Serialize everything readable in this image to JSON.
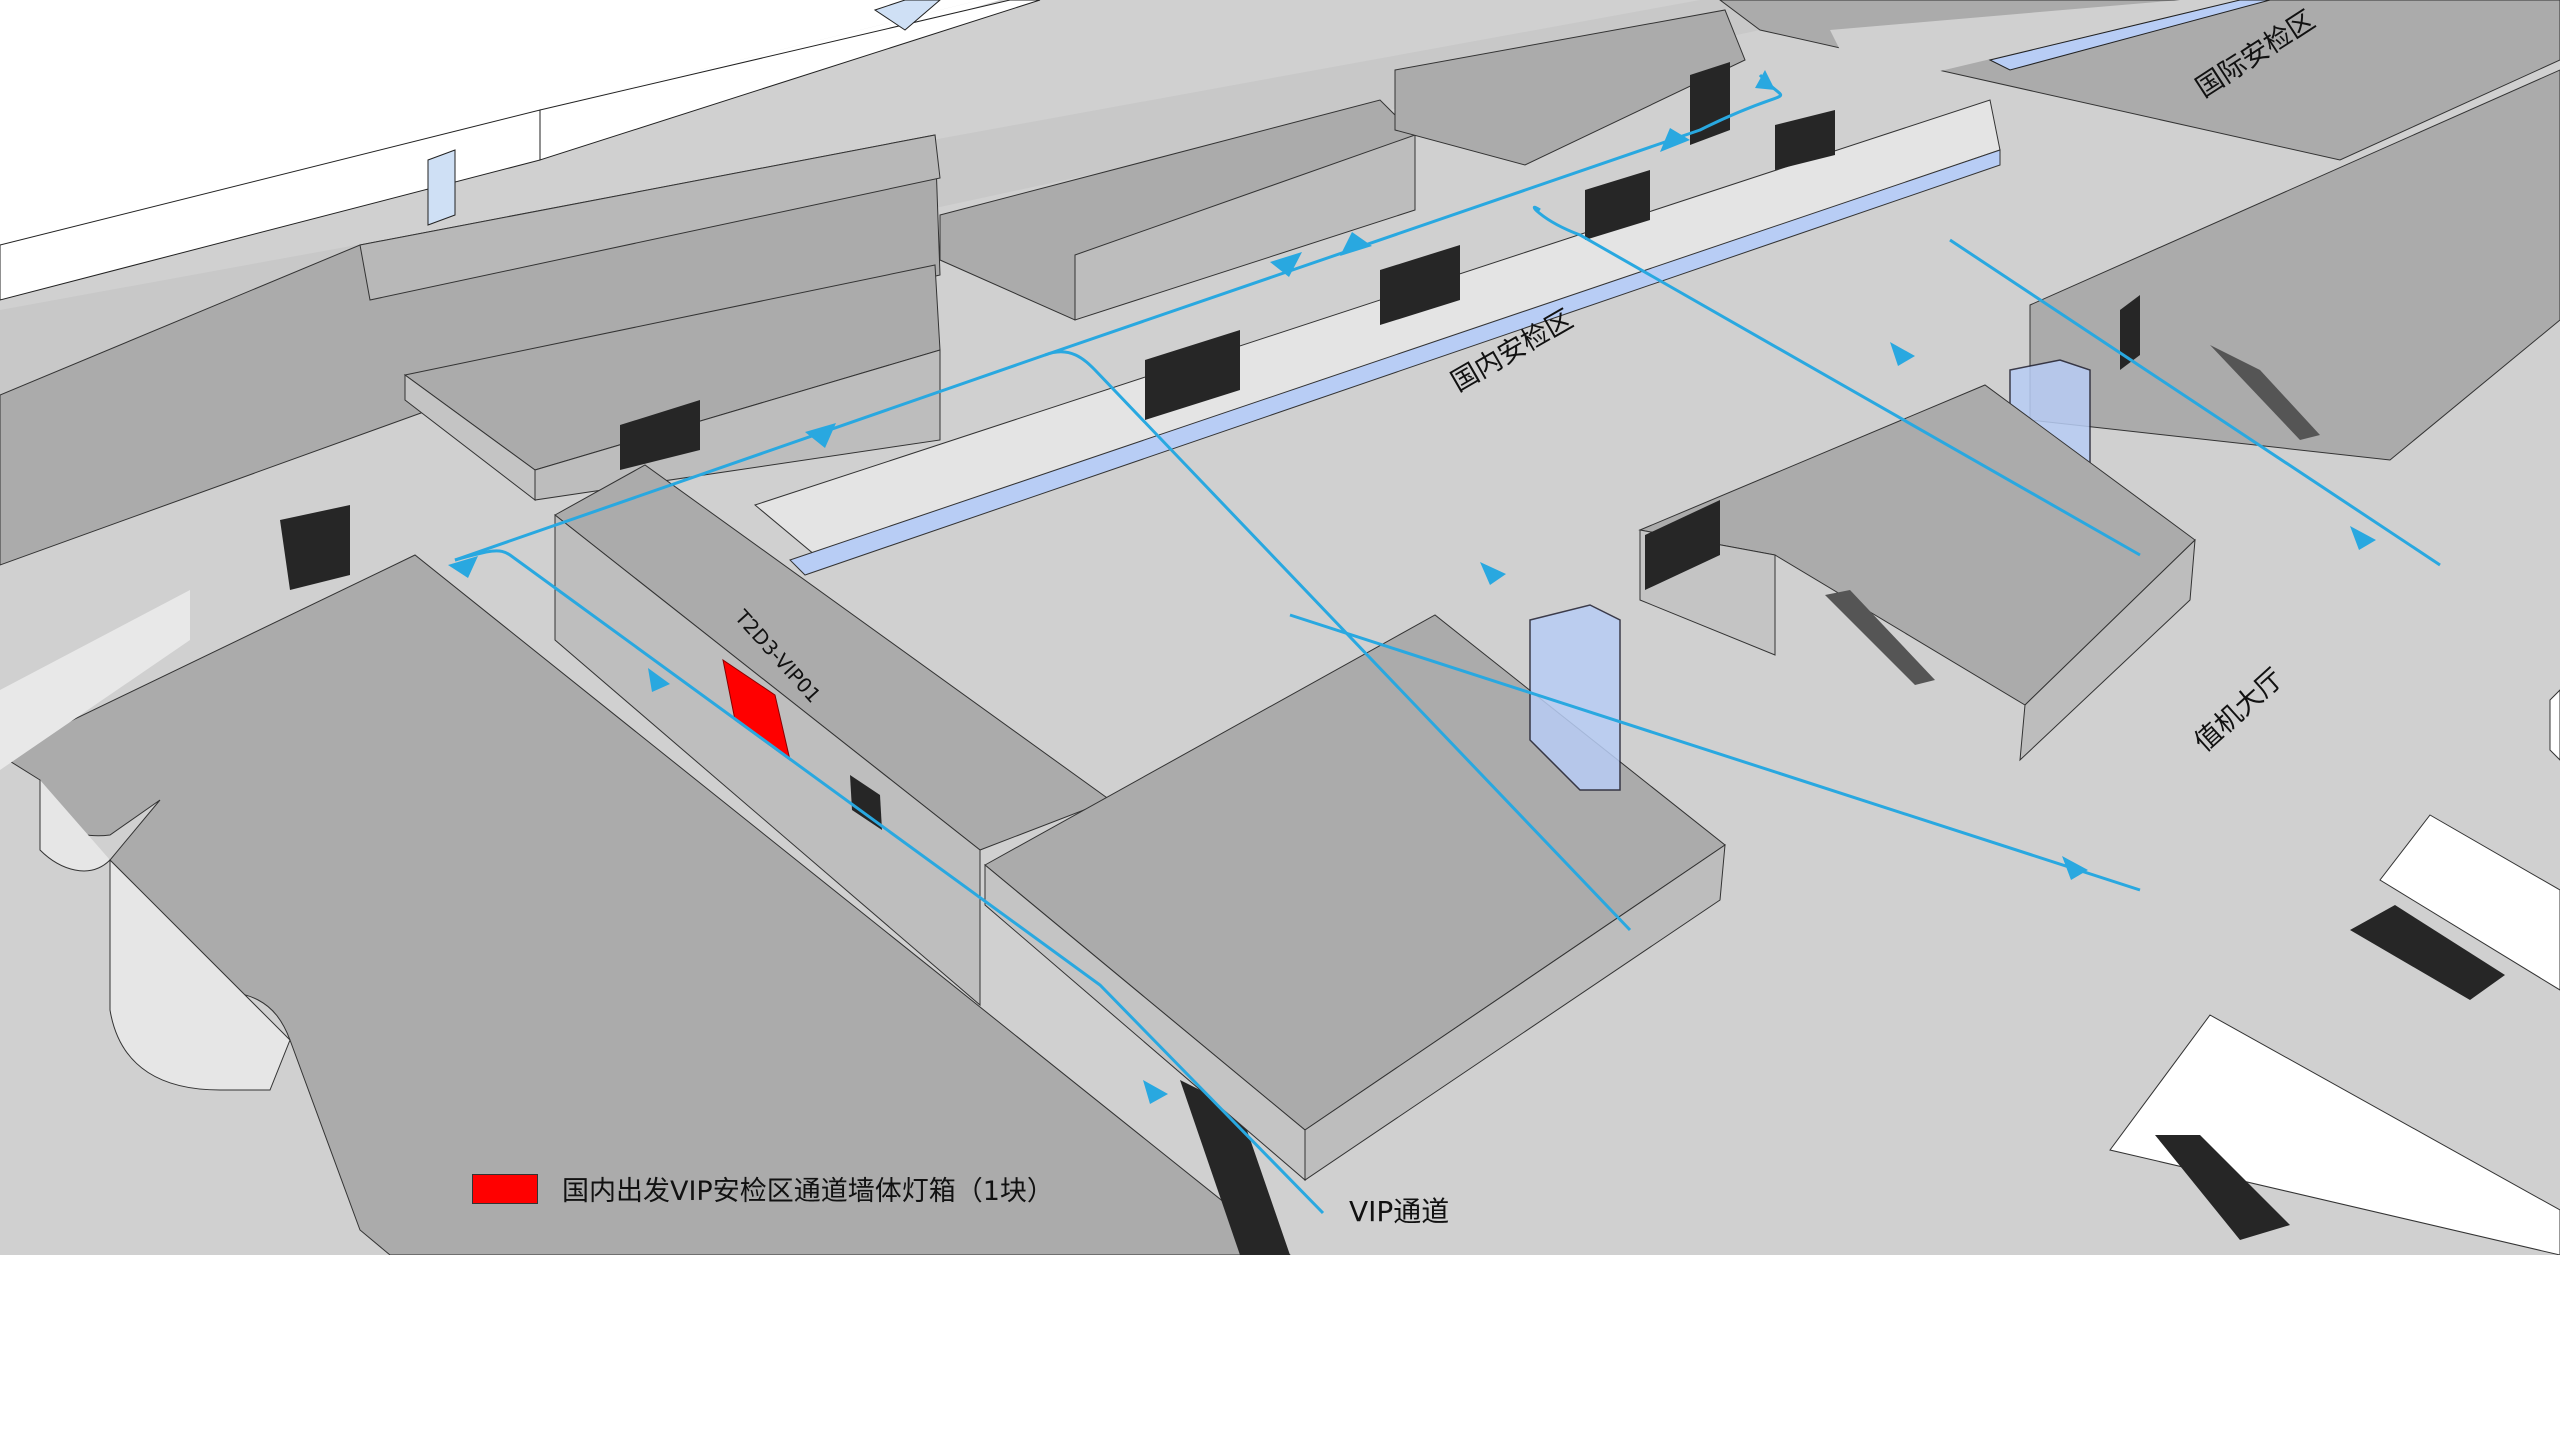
{
  "diagram": {
    "type": "isometric-3d-floorplan",
    "colors": {
      "floor": "#d0d0d0",
      "building_top": "#ababab",
      "building_side": "#c4c4c4",
      "upper_white": "#ffffff",
      "glass": "#b8cdf5",
      "flow_line": "#29a8e0",
      "dark_panel": "#262626",
      "highlight_lightbox": "#ff0000"
    },
    "zones": {
      "domestic_security": "国内安检区",
      "international_security": "国际安检区",
      "check_in_hall": "值机大厅",
      "vip_channel": "VIP通道"
    },
    "markers": {
      "lightbox_id": "T2D3-VIP01"
    },
    "legend": {
      "items": [
        {
          "swatch_color": "#ff0000",
          "label": "国内出发VIP安检区通道墙体灯箱（1块）"
        }
      ]
    }
  }
}
